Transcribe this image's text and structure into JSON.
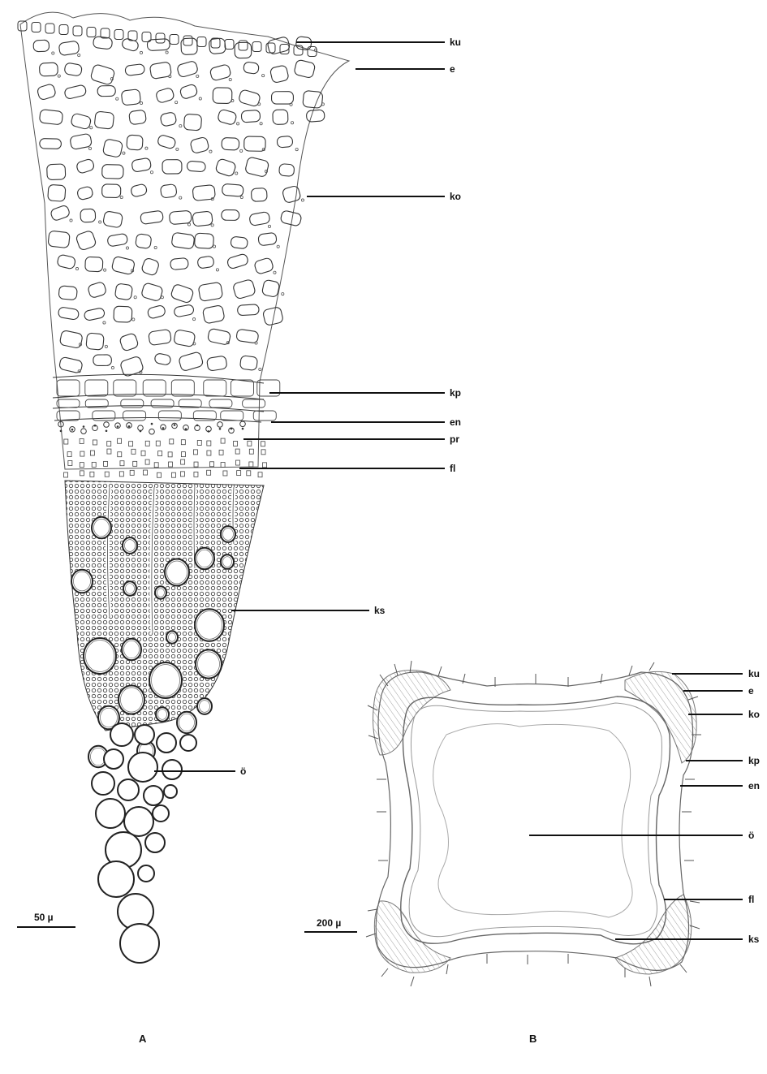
{
  "panels": {
    "a": {
      "letter": "A",
      "scale_bar": "50 µ",
      "labels": {
        "ku": "ku",
        "e": "e",
        "ko": "ko",
        "kp": "kp",
        "en": "en",
        "pr": "pr",
        "fl": "fl",
        "ks": "ks",
        "o": "ö"
      }
    },
    "b": {
      "letter": "B",
      "scale_bar": "200 µ",
      "labels": {
        "ku": "ku",
        "e": "e",
        "ko": "ko",
        "kp": "kp",
        "en": "en",
        "o": "ö",
        "fl": "fl",
        "ks": "ks"
      }
    }
  },
  "colors": {
    "ink": "#222222",
    "xylem_fill": "#c9c9c9",
    "hatch": "#777777"
  }
}
